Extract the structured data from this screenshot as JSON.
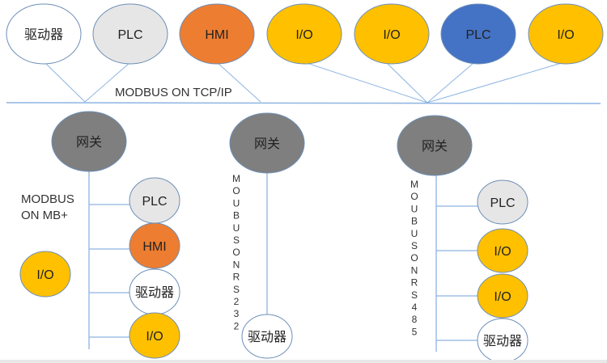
{
  "colors": {
    "line": "#8db4e2",
    "outline": "#6d8fb8",
    "white": "#ffffff",
    "light_gray": "#e7e6e6",
    "orange": "#ed7d31",
    "yellow": "#ffc000",
    "blue": "#4472c4",
    "gateway_gray": "#7f7f7f"
  },
  "top_network": {
    "label": "MODBUS ON TCP/IP",
    "nodes": [
      {
        "label": "驱动器",
        "color": "white"
      },
      {
        "label": "PLC",
        "color": "light_gray"
      },
      {
        "label": "HMI",
        "color": "orange"
      },
      {
        "label": "I/O",
        "color": "yellow"
      },
      {
        "label": "I/O",
        "color": "yellow"
      },
      {
        "label": "PLC",
        "color": "blue"
      },
      {
        "label": "I/O",
        "color": "yellow"
      }
    ]
  },
  "subnets": [
    {
      "gateway_label": "网关",
      "bus_label_lines": [
        "MODBUS",
        "ON MB+"
      ],
      "devices": [
        {
          "label": "PLC",
          "color": "light_gray"
        },
        {
          "label": "HMI",
          "color": "orange"
        },
        {
          "label": "驱动器",
          "color": "white"
        },
        {
          "label": "I/O",
          "color": "yellow"
        }
      ],
      "standalone": [
        {
          "label": "I/O",
          "color": "yellow"
        }
      ]
    },
    {
      "gateway_label": "网关",
      "vertical_label": "MOUBUSONRS232",
      "devices": [
        {
          "label": "驱动器",
          "color": "white"
        }
      ]
    },
    {
      "gateway_label": "网关",
      "vertical_label": "MOUBUSONRS485",
      "devices": [
        {
          "label": "PLC",
          "color": "light_gray"
        },
        {
          "label": "I/O",
          "color": "yellow"
        },
        {
          "label": "I/O",
          "color": "yellow"
        },
        {
          "label": "驱动器",
          "color": "white"
        }
      ]
    }
  ]
}
